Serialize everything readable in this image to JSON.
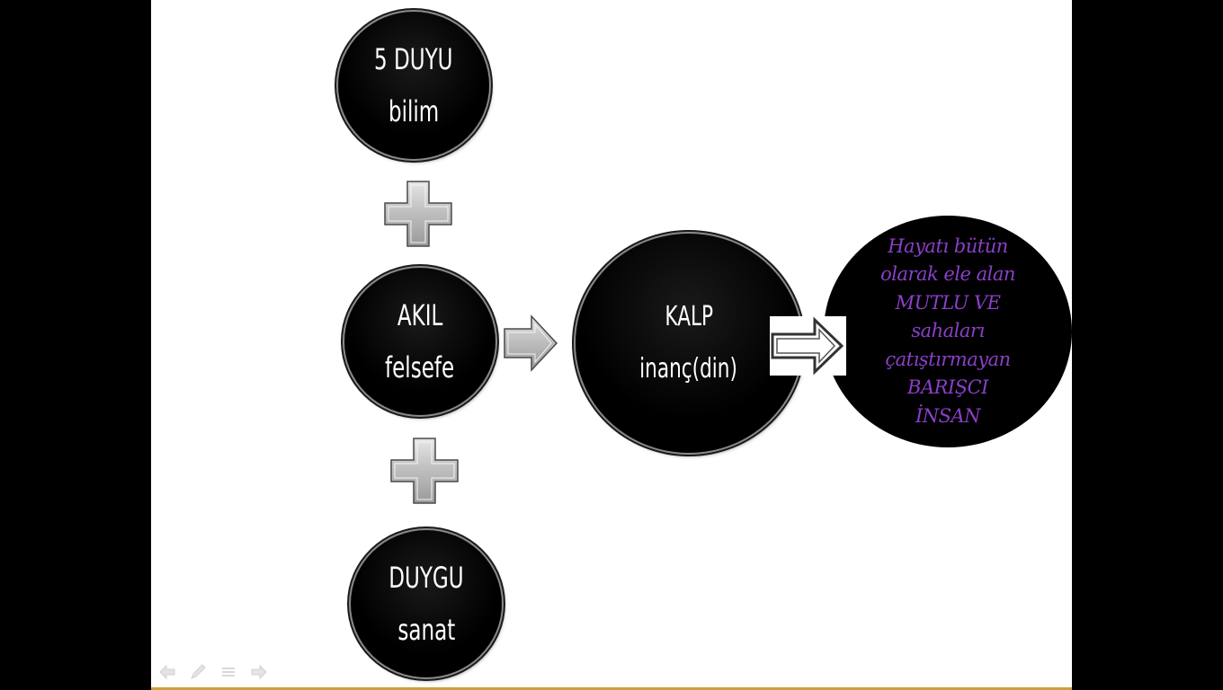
{
  "slide": {
    "bubbles": {
      "senses": {
        "line1": "5 DUYU",
        "line2": "bilim"
      },
      "reason": {
        "line1": "AKIL",
        "line2": "felsefe"
      },
      "feeling": {
        "line1": "DUYGU",
        "line2": "sanat"
      },
      "heart": {
        "line1": "KALP",
        "line2": "inanç(din)"
      }
    },
    "result": {
      "lines": [
        "Hayatı bütün",
        "olarak ele alan",
        "MUTLU VE",
        "sahaları",
        "çatıştırmayan",
        "BARIŞCI",
        "İNSAN"
      ],
      "text_color": "#8b3fc8"
    },
    "connectors": {
      "plus_icons": [
        "plus-icon",
        "plus-icon"
      ],
      "arrow_icons": [
        "arrow-right-icon",
        "arrow-right-outline-icon"
      ]
    }
  },
  "navigation": {
    "icons": [
      "previous-arrow-icon",
      "pen-icon",
      "menu-icon",
      "next-arrow-icon"
    ]
  },
  "colors": {
    "background": "#000000",
    "slide": "#ffffff",
    "bubble_fill": "#000000",
    "bubble_text": "#ffffff",
    "connector_fill": "#c8c8c8",
    "accent_line": "#c9a03a"
  }
}
